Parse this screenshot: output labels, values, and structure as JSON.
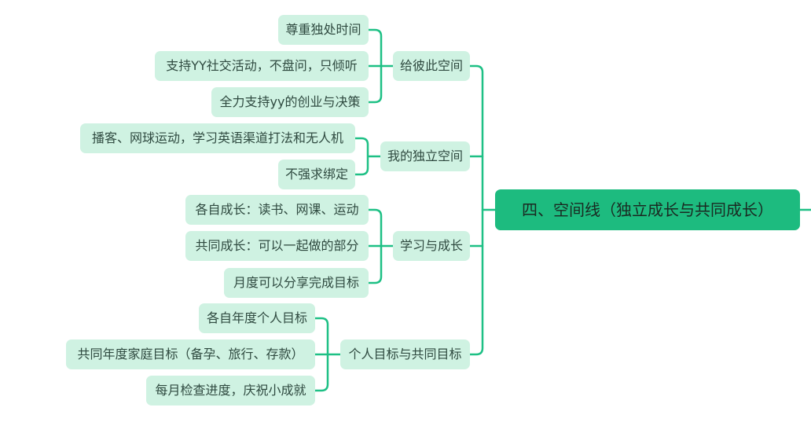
{
  "root": {
    "label": "四、空间线（独立成长与共同成长）"
  },
  "colors": {
    "line": "#1EC085",
    "root": "#1DBB7F",
    "node_bg": "#CFF2E2"
  },
  "branches": [
    {
      "label": "给彼此空间",
      "children": [
        "尊重独处时间",
        "支持YY社交活动，不盘问，只倾听",
        "全力支持yy的创业与决策"
      ]
    },
    {
      "label": "我的独立空间",
      "children": [
        "播客、网球运动，学习英语渠道打法和无人机",
        "不强求绑定"
      ]
    },
    {
      "label": "学习与成长",
      "children": [
        "各自成长：读书、网课、运动",
        "共同成长：可以一起做的部分",
        "月度可以分享完成目标"
      ]
    },
    {
      "label": "个人目标与共同目标",
      "children": [
        "各自年度个人目标",
        "共同年度家庭目标（备孕、旅行、存款）",
        "每月检查进度，庆祝小成就"
      ]
    }
  ]
}
